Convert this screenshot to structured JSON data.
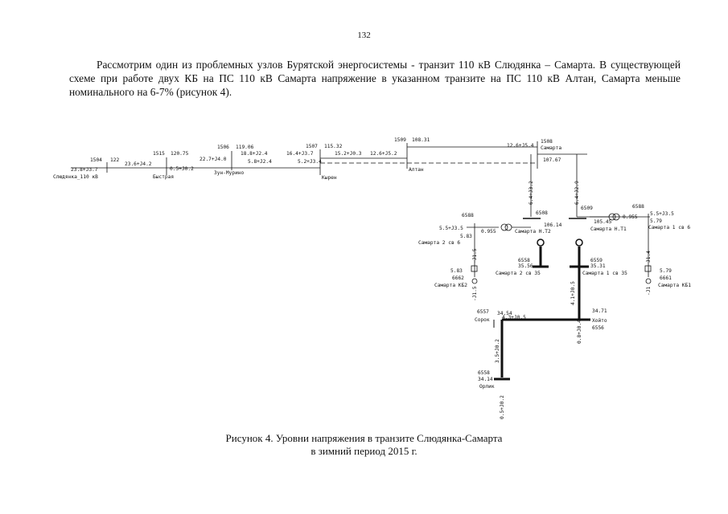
{
  "page_number": "132",
  "paragraph": "Рассмотрим один из проблемных узлов Бурятской энергосистемы - транзит 110 кВ Слюдянка – Самарта.  В существующей схеме  при работе двух КБ на ПС 110 кВ Самарта напряжение в указанном транзите на ПС 110 кВ Алтан, Самарта меньше номинального на 6-7% (рисунок 4).",
  "caption_line1": "Рисунок 4. Уровни напряжения в транзите Слюдянка-Самарта",
  "caption_line2": "в зимний период 2015 г.",
  "diagram": {
    "top_bus": {
      "n1504": "1504",
      "v122": "122",
      "sludyanka_flow": "23.8+J3.7",
      "sludyanka_name": "Слюдянка_110 кВ",
      "n1515": "1515",
      "v120": "120.75",
      "f1": "23.6+J4.2",
      "f2": "0.5+J0.2",
      "bystraya": "Быстрая",
      "n1506": "1506",
      "v119": "119.06",
      "f3": "22.7+J4.0",
      "f4": "18.8+J2.4",
      "f5": "5.8+J2.4",
      "zun": "Зун-Мурино",
      "n1507": "1507",
      "v115": "115.32",
      "f6": "16.4+J3.7",
      "f7": "5.2+J3.4",
      "kyren": "Кырен",
      "n1509": "1509",
      "v108": "108.31",
      "f8": "15.2+J0.3",
      "f9": "12.6+J5.2",
      "altan": "Алтан",
      "n1508": "1508",
      "f10": "12.6+J5.4",
      "samarta": "Самарта",
      "v107": "107.67"
    },
    "lower": {
      "f_left_vert": "6.4+J3.2",
      "f_right_vert": "6.4+J2.9",
      "n6508a": "6508",
      "v106": "106.14",
      "t2": "Самарта Н.Т2",
      "k0955a": "0.955",
      "n6588a": "6588",
      "f55a": "5.5+J3.5",
      "v583a": "5.83",
      "samarta2_6": "Самарта 2 св 6",
      "n6509": "6509",
      "v105": "105.45",
      "t1": "Самарта Н.Т1",
      "k0955b": "0.955",
      "n6588b": "6588",
      "f55b": "5.5+J3.5",
      "v579a": "5.79",
      "samarta1_6": "Самарта 1 св 6",
      "n6558": "6558",
      "v3556": "35.56",
      "samarta2_35": "Самарта 2 св 35",
      "n6559": "6559",
      "v3531": "35.31",
      "samarta1_35": "Самарта 1 св 35",
      "f_kb2": "-J1.5",
      "v583b": "5.83",
      "n6662": "6662",
      "kb2": "Самарта КБ2",
      "f_kb2b": "-J1.5",
      "f_kb1": "J1.4",
      "v579b": "5.79",
      "n6661": "6661",
      "kb1": "Самарта КБ1",
      "f_kb1b": "-J1",
      "n6557": "6557",
      "v3454": "34.54",
      "sorok": "Сорок",
      "f_sorok": "4.3+J0.5",
      "v3471": "34.71",
      "hoito": "Хойто",
      "n6556": "6556",
      "f_hoito": "4.1+J0.5",
      "f_hoito2": "0.8+J0.4",
      "f_orlik_vert": "3.5+J0.2",
      "n6558b": "6558",
      "v3414": "34.14",
      "orlik": "Орлик",
      "f_orlik": "0.5+J0.2"
    }
  }
}
